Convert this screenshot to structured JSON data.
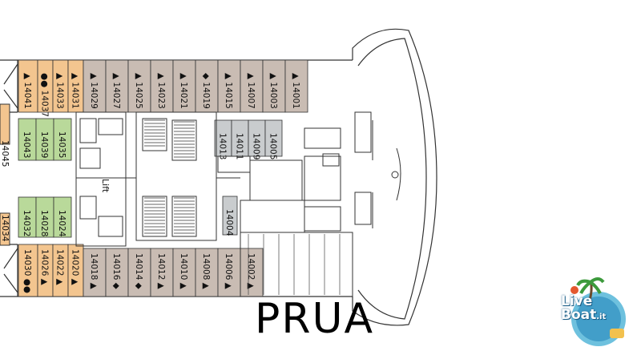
{
  "deck_plan": {
    "bow_label": "PRUA",
    "lift_label": "Lift",
    "colors": {
      "suite_orange": "#f3c58f",
      "balcony_taupe": "#c9bcb3",
      "inside_green": "#b9d99a",
      "outside_grey": "#c9ccce",
      "wall": "#333333"
    },
    "cabins_top_row": [
      {
        "number": "14041",
        "type": "suite",
        "marker": "▲"
      },
      {
        "number": "14037",
        "type": "suite",
        "marker": "●●"
      },
      {
        "number": "14033",
        "type": "suite",
        "marker": "▲"
      },
      {
        "number": "14031",
        "type": "suite",
        "marker": "▲"
      },
      {
        "number": "14029",
        "type": "balcony",
        "marker": "▲"
      },
      {
        "number": "14027",
        "type": "balcony",
        "marker": "▲"
      },
      {
        "number": "14025",
        "type": "balcony",
        "marker": "▲"
      },
      {
        "number": "14023",
        "type": "balcony",
        "marker": "▲"
      },
      {
        "number": "14021",
        "type": "balcony",
        "marker": "▲"
      },
      {
        "number": "14019",
        "type": "balcony",
        "marker": "◆"
      },
      {
        "number": "14015",
        "type": "balcony",
        "marker": "▲"
      },
      {
        "number": "14007",
        "type": "balcony",
        "marker": "▲"
      },
      {
        "number": "14003",
        "type": "balcony",
        "marker": "▲"
      },
      {
        "number": "14001",
        "type": "balcony",
        "marker": "▲"
      }
    ],
    "cabins_bottom_row": [
      {
        "number": "14030",
        "type": "suite",
        "marker": "●●"
      },
      {
        "number": "14026",
        "type": "suite",
        "marker": "▲"
      },
      {
        "number": "14022",
        "type": "suite",
        "marker": "▲"
      },
      {
        "number": "14020",
        "type": "suite",
        "marker": "▲"
      },
      {
        "number": "14018",
        "type": "balcony",
        "marker": "▲"
      },
      {
        "number": "14016",
        "type": "balcony",
        "marker": "◆"
      },
      {
        "number": "14014",
        "type": "balcony",
        "marker": "◆"
      },
      {
        "number": "14012",
        "type": "balcony",
        "marker": "▲"
      },
      {
        "number": "14010",
        "type": "balcony",
        "marker": "▲"
      },
      {
        "number": "14008",
        "type": "balcony",
        "marker": "▲"
      },
      {
        "number": "14006",
        "type": "balcony",
        "marker": "▲"
      },
      {
        "number": "14002",
        "type": "balcony",
        "marker": "▲"
      }
    ],
    "cabins_inner_top_green": [
      "14043",
      "14039",
      "14035"
    ],
    "cabins_inner_bottom_green": [
      "14032",
      "14028",
      "14024"
    ],
    "cabins_inner_grey": [
      "14013",
      "14011",
      "14009",
      "14005"
    ],
    "cabin_grey_single": "14004",
    "cut_off_left_top": "14045",
    "cut_off_left_bottom": "14034"
  },
  "watermark": {
    "line1": "Live",
    "line2": "Boat",
    "suffix": ".it"
  }
}
